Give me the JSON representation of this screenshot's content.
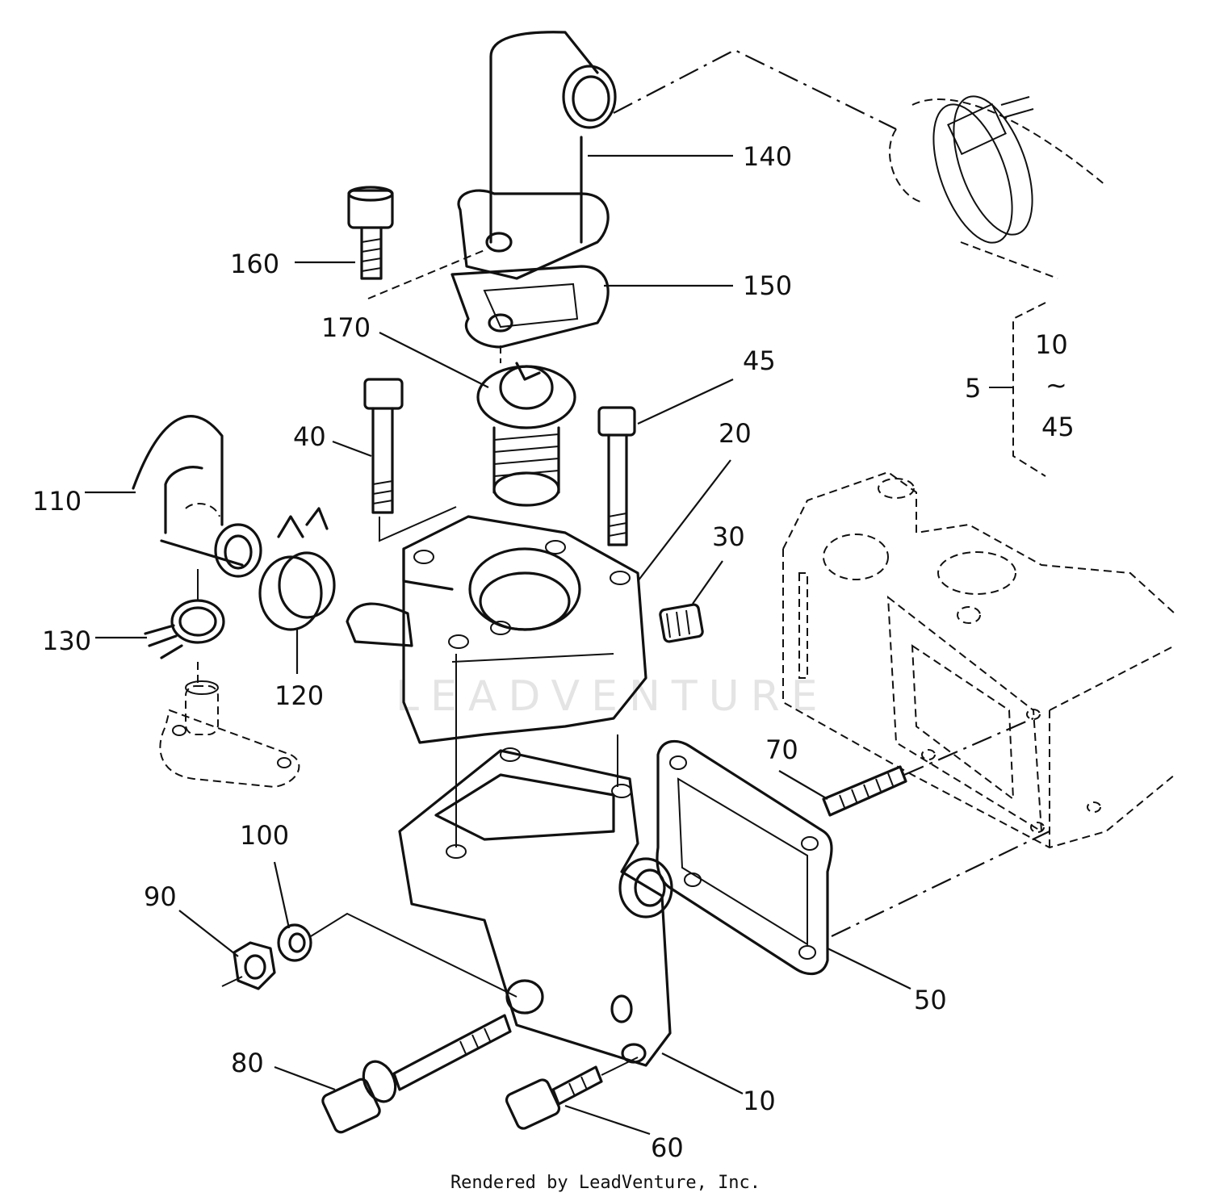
{
  "diagram": {
    "callouts": [
      {
        "id": "140",
        "label": "140"
      },
      {
        "id": "160",
        "label": "160"
      },
      {
        "id": "150",
        "label": "150"
      },
      {
        "id": "170",
        "label": "170"
      },
      {
        "id": "45",
        "label": "45"
      },
      {
        "id": "40",
        "label": "40"
      },
      {
        "id": "20",
        "label": "20"
      },
      {
        "id": "110",
        "label": "110"
      },
      {
        "id": "30",
        "label": "30"
      },
      {
        "id": "130",
        "label": "130"
      },
      {
        "id": "120",
        "label": "120"
      },
      {
        "id": "70",
        "label": "70"
      },
      {
        "id": "100",
        "label": "100"
      },
      {
        "id": "90",
        "label": "90"
      },
      {
        "id": "50",
        "label": "50"
      },
      {
        "id": "80",
        "label": "80"
      },
      {
        "id": "10",
        "label": "10"
      },
      {
        "id": "60",
        "label": "60"
      }
    ],
    "range_bracket": {
      "label": "5",
      "from": "10",
      "tilde": "~",
      "to": "45"
    },
    "watermark": "LEADVENTURE",
    "credit": "Rendered by LeadVenture, Inc."
  }
}
